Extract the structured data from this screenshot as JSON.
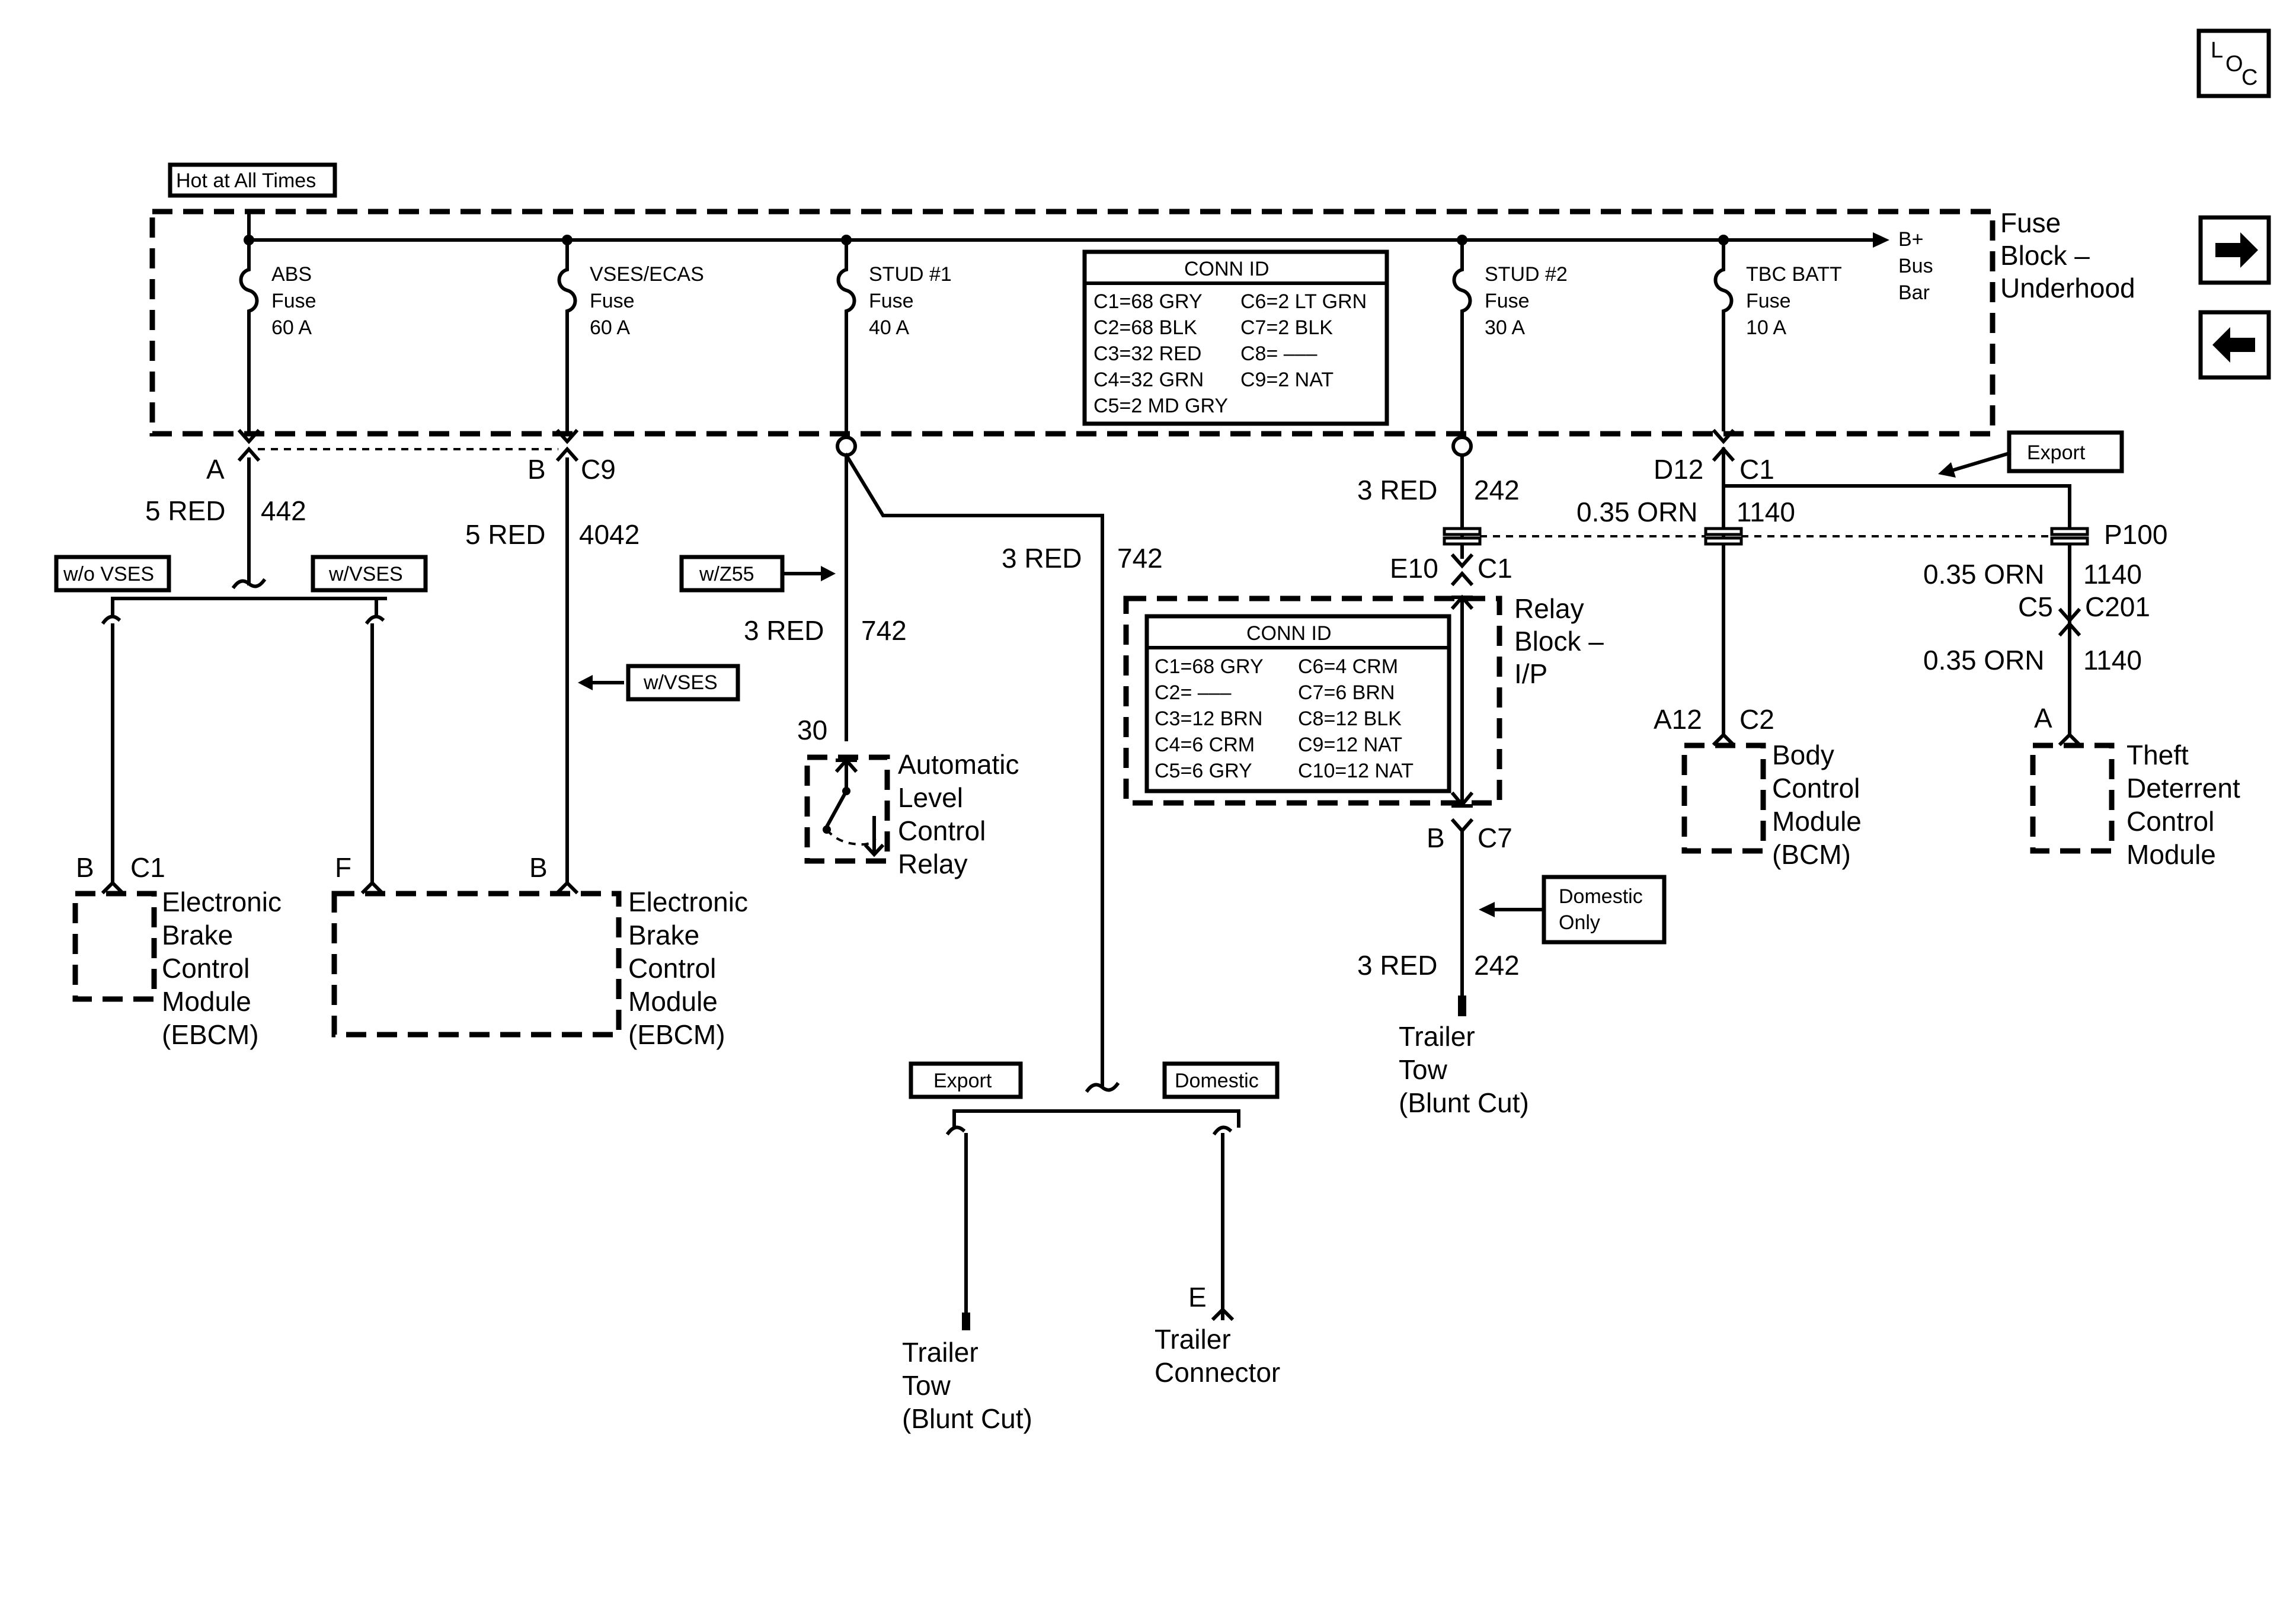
{
  "hot_label": "Hot at All Times",
  "fuse_block": {
    "title_lines": [
      "Fuse",
      "Block –",
      "Underhood"
    ],
    "bus_lines": [
      "B+",
      "Bus",
      "Bar"
    ]
  },
  "fuses": [
    {
      "lines": [
        "ABS",
        "Fuse",
        "60 A"
      ]
    },
    {
      "lines": [
        "VSES/ECAS",
        "Fuse",
        "60 A"
      ]
    },
    {
      "lines": [
        "STUD #1",
        "Fuse",
        "40 A"
      ]
    },
    {
      "lines": [
        "STUD #2",
        "Fuse",
        "30 A"
      ]
    },
    {
      "lines": [
        "TBC BATT",
        "Fuse",
        "10 A"
      ]
    }
  ],
  "conn_id_1": {
    "title": "CONN ID",
    "left": [
      "C1=68 GRY",
      "C2=68 BLK",
      "C3=32 RED",
      "C4=32 GRN",
      "C5=2 MD GRY"
    ],
    "right": [
      "C6=2 LT GRN",
      "C7=2 BLK",
      "C8= –––",
      "C9=2 NAT"
    ]
  },
  "conn_id_2": {
    "title": "CONN ID",
    "left": [
      "C1=68 GRY",
      "C2= –––",
      "C3=12 BRN",
      "C4=6 CRM",
      "C5=6 GRY"
    ],
    "right": [
      "C6=4 CRM",
      "C7=6 BRN",
      "C8=12 BLK",
      "C9=12 NAT",
      "C10=12 NAT"
    ]
  },
  "relay_block": {
    "lines": [
      "Relay",
      "Block –",
      "I/P"
    ]
  },
  "options": {
    "wo_vses": "w/o VSES",
    "w_vses_1": "w/VSES",
    "w_vses_2": "w/VSES",
    "w_z55": "w/Z55",
    "export_1": "Export",
    "domestic_1": "Domestic",
    "export_2": "Export",
    "domestic_only": [
      "Domestic",
      "Only"
    ]
  },
  "pins": {
    "abs_pin": "A",
    "vses_pin": "B",
    "vses_conn": "C9",
    "ebcm1_pin": "B",
    "ebcm1_conn": "C1",
    "ebcm2_pin_f": "F",
    "ebcm2_pin_b": "B",
    "relay_pin": "30",
    "e10": "E10",
    "e10_conn": "C1",
    "b_c7_pin": "B",
    "b_c7_conn": "C7",
    "d12": "D12",
    "d12_conn": "C1",
    "a12": "A12",
    "a12_conn": "C2",
    "p100": "P100",
    "c5": "C5",
    "c201": "C201",
    "tdcm_pin": "A",
    "trailer_conn_pin": "E"
  },
  "wires": {
    "w442_gauge": "5 RED",
    "w442_num": "442",
    "w4042_gauge": "5 RED",
    "w4042_num": "4042",
    "w742a_gauge": "3 RED",
    "w742a_num": "742",
    "w742b_gauge": "3 RED",
    "w742b_num": "742",
    "w242a_gauge": "3 RED",
    "w242a_num": "242",
    "w242b_gauge": "3 RED",
    "w242b_num": "242",
    "w1140a_gauge": "0.35 ORN",
    "w1140a_num": "1140",
    "w1140b_gauge": "0.35 ORN",
    "w1140b_num": "1140",
    "w1140c_gauge": "0.35 ORN",
    "w1140c_num": "1140"
  },
  "components": {
    "ebcm1": [
      "Electronic",
      "Brake",
      "Control",
      "Module",
      "(EBCM)"
    ],
    "ebcm2": [
      "Electronic",
      "Brake",
      "Control",
      "Module",
      "(EBCM)"
    ],
    "alc_relay": [
      "Automatic",
      "Level",
      "Control",
      "Relay"
    ],
    "bcm": [
      "Body",
      "Control",
      "Module",
      "(BCM)"
    ],
    "tdcm": [
      "Theft",
      "Deterrent",
      "Control",
      "Module"
    ],
    "trailer_tow_1": [
      "Trailer",
      "Tow",
      "(Blunt Cut)"
    ],
    "trailer_tow_2": [
      "Trailer",
      "Tow",
      "(Blunt Cut)"
    ],
    "trailer_connector": [
      "Trailer",
      "Connector"
    ]
  },
  "nav": {
    "loc_l": "L",
    "loc_o": "O",
    "loc_c": "C",
    "next_icon": "right-arrow-icon",
    "prev_icon": "left-arrow-icon"
  }
}
